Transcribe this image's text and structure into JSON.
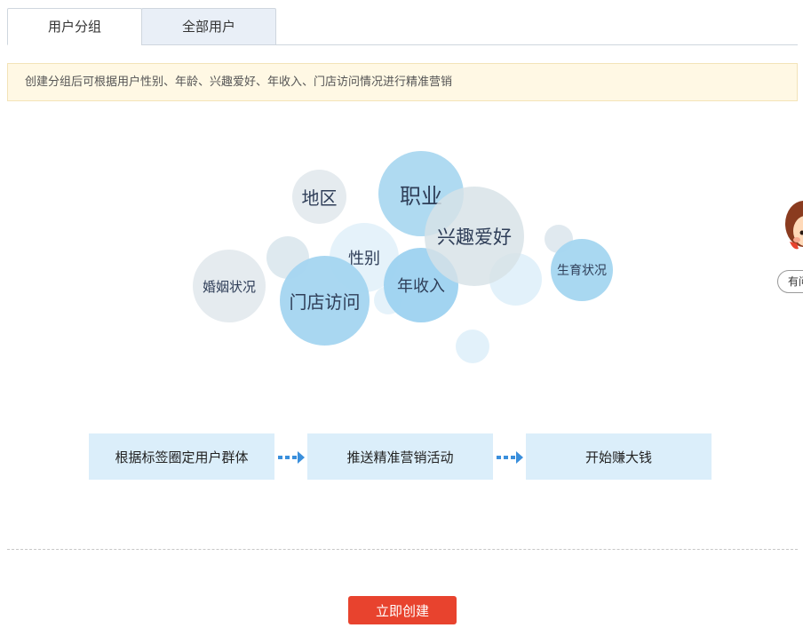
{
  "tabs": [
    {
      "label": "用户分组",
      "active": true
    },
    {
      "label": "全部用户",
      "active": false
    }
  ],
  "notice": {
    "text": "创建分组后可根据用户性别、年龄、兴趣爱好、年收入、门店访问情况进行精准营销"
  },
  "tags": {
    "region": "地区",
    "occupation": "职业",
    "interests": "兴趣爱好",
    "gender": "性别",
    "marital_status": "婚姻状况",
    "store_visits": "门店访问",
    "annual_income": "年收入",
    "fertility": "生育状况"
  },
  "steps": [
    {
      "label": "根据标签圈定用户群体"
    },
    {
      "label": "推送精准营销活动"
    },
    {
      "label": "开始赚大钱"
    }
  ],
  "create_button": {
    "label": "立即创建"
  },
  "assistant": {
    "label": "有问"
  },
  "colors": {
    "accent": "#e8432e",
    "step_bg": "#dbeefa",
    "arrow": "#3a8fdc",
    "notice_bg": "#fff8e4"
  }
}
